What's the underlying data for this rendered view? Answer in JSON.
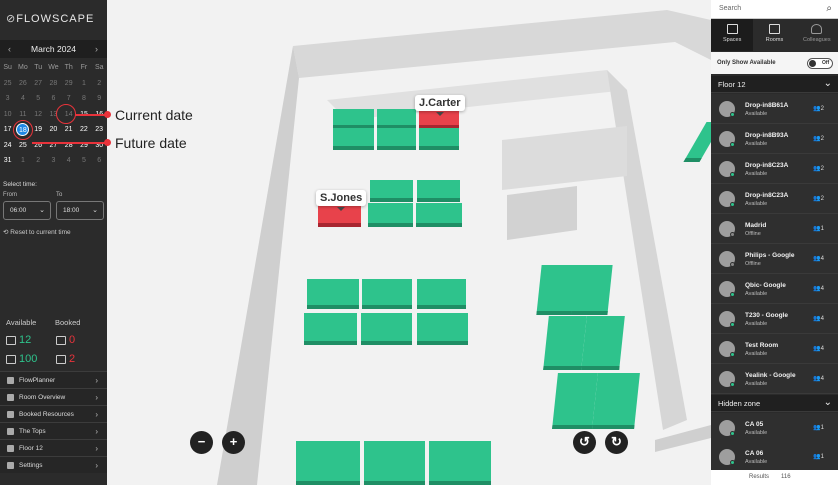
{
  "brand": "FLOWSCAPE",
  "calendar": {
    "month": "March 2024",
    "prev": "‹",
    "next": "›",
    "weekdays": [
      "Su",
      "Mo",
      "Tu",
      "We",
      "Th",
      "Fr",
      "Sa"
    ],
    "weeks": [
      [
        "25",
        "26",
        "27",
        "28",
        "29",
        "1",
        "2"
      ],
      [
        "3",
        "4",
        "5",
        "6",
        "7",
        "8",
        "9"
      ],
      [
        "10",
        "11",
        "12",
        "13",
        "14",
        "15",
        "16"
      ],
      [
        "17",
        "18",
        "19",
        "20",
        "21",
        "22",
        "23"
      ],
      [
        "24",
        "25",
        "26",
        "27",
        "28",
        "29",
        "30"
      ],
      [
        "31",
        "1",
        "2",
        "3",
        "4",
        "5",
        "6"
      ]
    ]
  },
  "time": {
    "label": "Select time:",
    "from_label": "From",
    "to_label": "To",
    "from": "06:00",
    "to": "18:00",
    "reset": "Reset to current time"
  },
  "stats": {
    "available_label": "Available",
    "booked_label": "Booked",
    "avail_rooms": "12",
    "booked_rooms": "0",
    "avail_desks": "100",
    "booked_desks": "2",
    "avail_color": "#2ec38c",
    "booked_color": "#e8333b"
  },
  "nav": [
    "FlowPlanner",
    "Room Overview",
    "Booked Resources",
    "The Tops",
    "Floor 12",
    "Settings"
  ],
  "annotations": {
    "current": "Current date",
    "future": "Future date"
  },
  "floor": {
    "tag1": "J.Carter",
    "tag2": "S.Jones",
    "zoom_out": "−",
    "zoom_in": "+",
    "rot_left": "↺",
    "rot_right": "↻"
  },
  "right": {
    "search_placeholder": "Search",
    "tabs": [
      "Spaces",
      "Rooms",
      "Colleagues"
    ],
    "only_available": "Only Show Available",
    "toggle": "Off",
    "section1": "Floor 12",
    "section2": "Hidden zone",
    "items": [
      {
        "name": "Drop-in8B61A",
        "status": "Available",
        "cap": "2"
      },
      {
        "name": "Drop-in8B93A",
        "status": "Available",
        "cap": "2"
      },
      {
        "name": "Drop-in8C23A",
        "status": "Available",
        "cap": "2"
      },
      {
        "name": "Drop-in8C23A",
        "status": "Available",
        "cap": "2"
      },
      {
        "name": "Madrid",
        "status": "Offline",
        "cap": "1"
      },
      {
        "name": "Philips - Google",
        "status": "Offline",
        "cap": "4"
      },
      {
        "name": "Qbic- Google",
        "status": "Available",
        "cap": "4"
      },
      {
        "name": "T230 - Google",
        "status": "Available",
        "cap": "4"
      },
      {
        "name": "Test Room",
        "status": "Available",
        "cap": "4"
      },
      {
        "name": "Yealink - Google",
        "status": "Available",
        "cap": "4"
      }
    ],
    "hidden_items": [
      {
        "name": "CA 05",
        "status": "Available",
        "cap": "1"
      },
      {
        "name": "CA 06",
        "status": "Available",
        "cap": "1"
      }
    ],
    "results_label": "Results",
    "results": "116"
  }
}
